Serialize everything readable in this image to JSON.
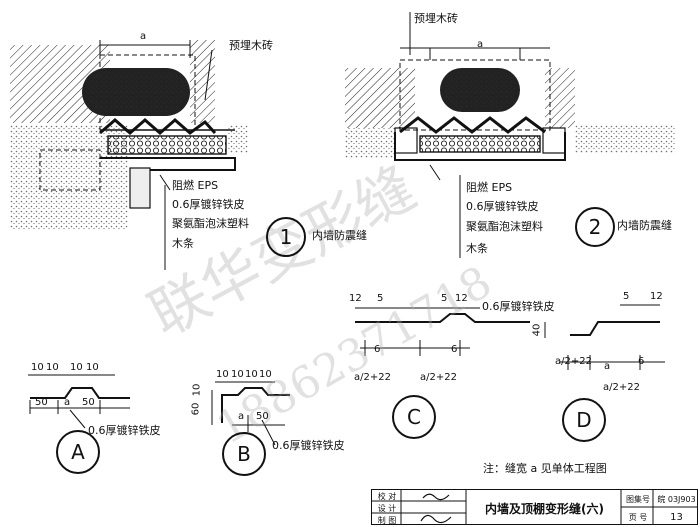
{
  "labels": {
    "embedded_brick_1": "预埋木砖",
    "embedded_brick_2": "预埋木砖",
    "dim_a_1": "a",
    "dim_a_2": "a",
    "eps_1": "阻燃 EPS",
    "galv_1": "0.6厚镀锌铁皮",
    "foam_1": "聚氨酯泡沫塑料",
    "batten_1": "木条",
    "eps_2": "阻燃 EPS",
    "galv_2": "0.6厚镀锌铁皮",
    "foam_2": "聚氨酯泡沫塑料",
    "batten_2": "木条",
    "joint_1": "内墙防震缝",
    "joint_2": "内墙防震缝"
  },
  "callouts": {
    "c1": "1",
    "c2": "2",
    "A": "A",
    "B": "B",
    "C": "C",
    "D": "D"
  },
  "detail_a": {
    "d1": "10",
    "d2": "10",
    "d3": "10",
    "d4": "10",
    "d5": "50",
    "d6": "a",
    "d7": "50",
    "sheet": "0.6厚镀锌铁皮"
  },
  "detail_b": {
    "d1": "10",
    "d2": "10",
    "d3": "10",
    "d4": "10",
    "d5": "60",
    "d6": "10",
    "d7": "a",
    "d8": "50",
    "sheet": "0.6厚镀锌铁皮"
  },
  "detail_c": {
    "d1": "12",
    "d2": "5",
    "d3": "5",
    "d4": "12",
    "d5": "6",
    "d6": "6",
    "d7": "a/2+22",
    "d8": "a/2+22",
    "sheet": "0.6厚镀锌铁皮"
  },
  "detail_d": {
    "d1": "5",
    "d2": "12",
    "d3": "40",
    "d4": "a/2+22",
    "d5": "a",
    "d6": "6",
    "d7": "a/2+22"
  },
  "note": "注：缝宽 a 见单体工程图",
  "title_block": {
    "check": "校 对",
    "design": "设 计",
    "draw": "制 图",
    "title": "内墙及顶棚变形缝(六)",
    "atlas_label": "图集号",
    "atlas_no": "皖 03J903",
    "page_label": "页 号",
    "page_no": "13"
  },
  "watermark": {
    "text1": "联华变形缝",
    "text2": "18862371718"
  }
}
